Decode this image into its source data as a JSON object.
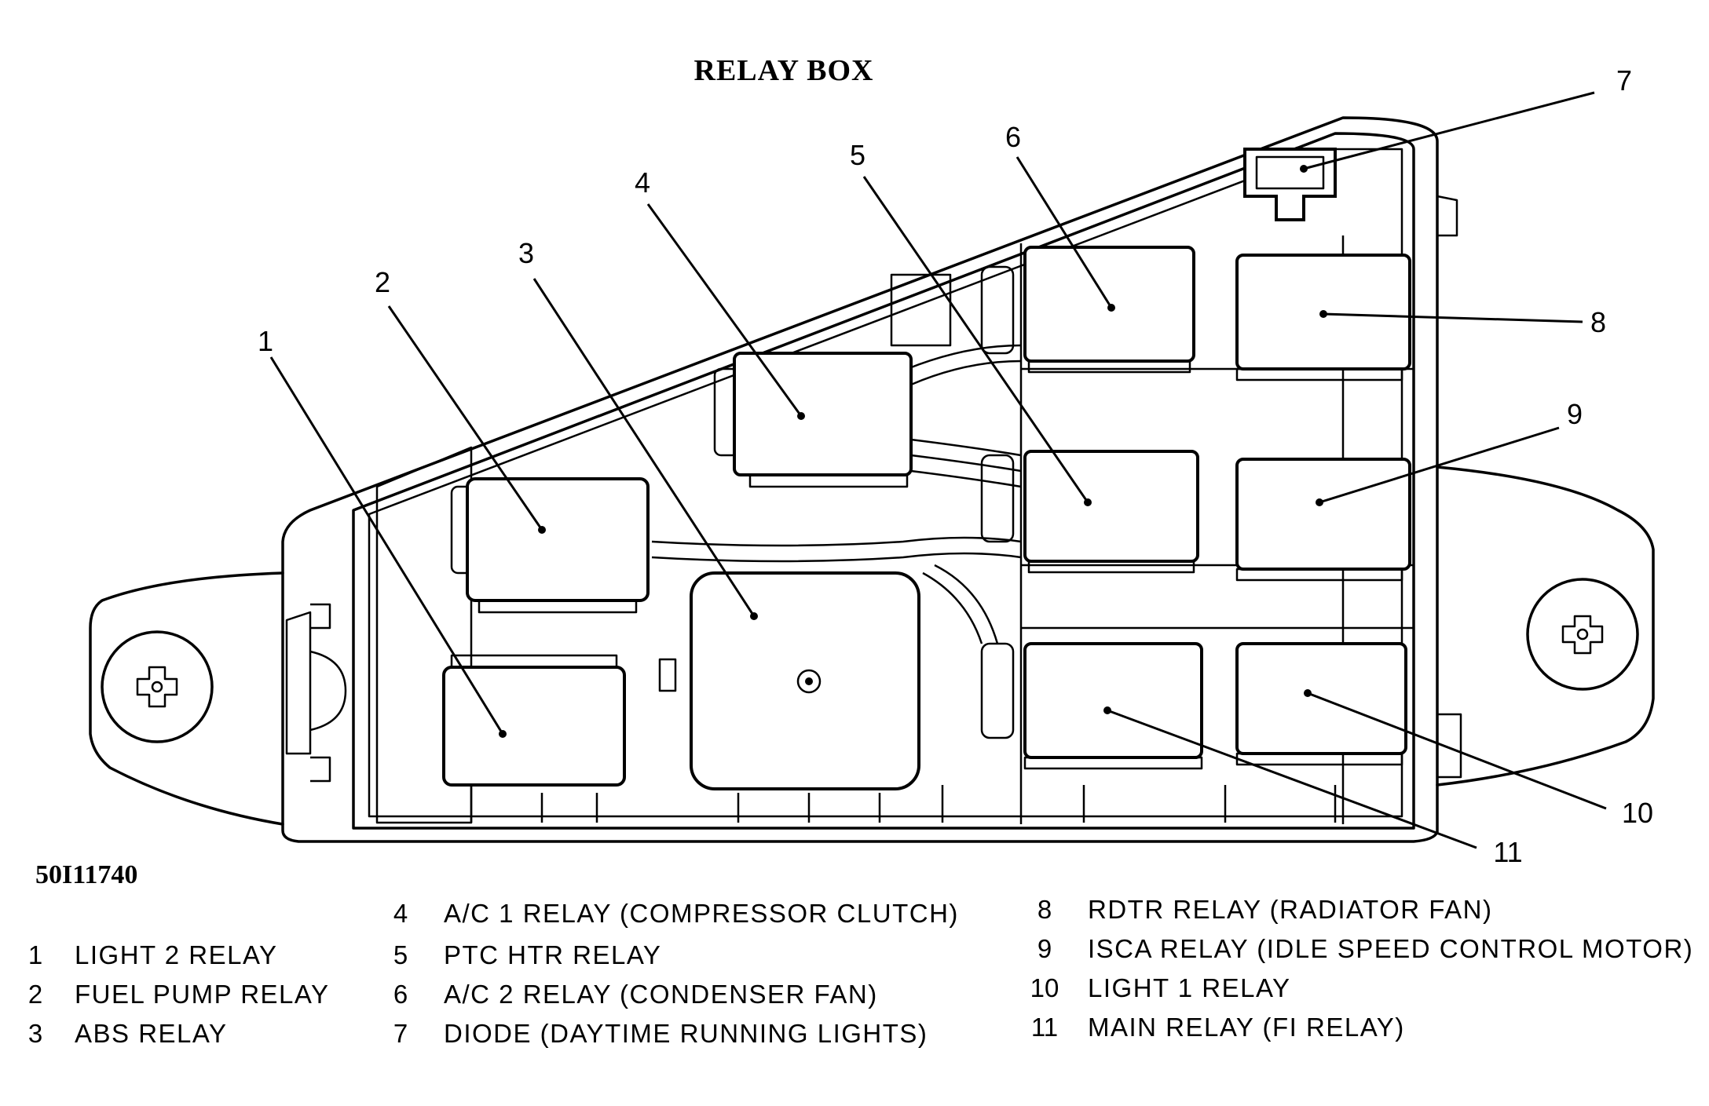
{
  "title": "RELAY BOX",
  "figure_id": "50I11740",
  "callouts": [
    "1",
    "2",
    "3",
    "4",
    "5",
    "6",
    "7",
    "8",
    "9",
    "10",
    "11"
  ],
  "legend": [
    {
      "num": "1",
      "text": "LIGHT 2 RELAY"
    },
    {
      "num": "2",
      "text": "FUEL PUMP RELAY"
    },
    {
      "num": "3",
      "text": "ABS RELAY"
    },
    {
      "num": "4",
      "text": "A/C 1 RELAY (COMPRESSOR CLUTCH)"
    },
    {
      "num": "5",
      "text": "PTC HTR RELAY"
    },
    {
      "num": "6",
      "text": "A/C 2 RELAY (CONDENSER FAN)"
    },
    {
      "num": "7",
      "text": "DIODE (DAYTIME RUNNING LIGHTS)"
    },
    {
      "num": "8",
      "text": "RDTR RELAY (RADIATOR FAN)"
    },
    {
      "num": "9",
      "text": "ISCA RELAY (IDLE SPEED CONTROL MOTOR)"
    },
    {
      "num": "10",
      "text": "LIGHT 1 RELAY"
    },
    {
      "num": "11",
      "text": "MAIN RELAY (FI RELAY)"
    }
  ]
}
